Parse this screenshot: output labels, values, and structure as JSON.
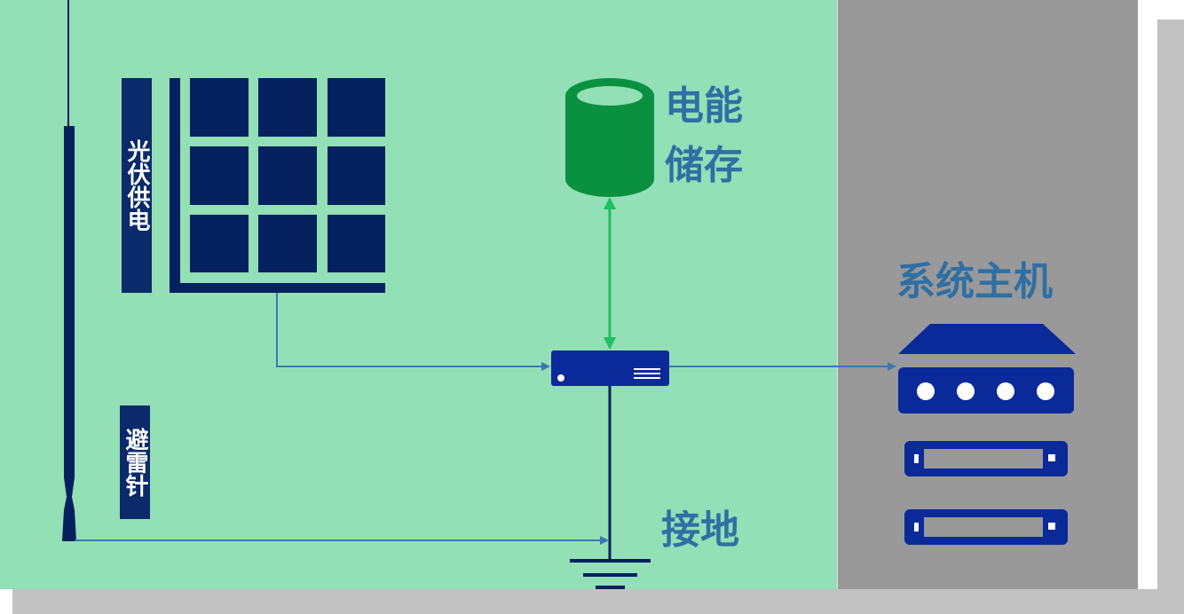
{
  "labels": {
    "solar": "光伏供电",
    "lightning_rod": "避雷针",
    "storage_line1": "电能",
    "storage_line2": "储存",
    "ground": "接地",
    "host": "系统主机"
  },
  "colors": {
    "green_zone": "#93dfb6",
    "gray_zone": "#999999",
    "navy": "#04205e",
    "device_blue": "#0a2a9a",
    "storage_green": "#0a9140",
    "arrow_green": "#1fbf63",
    "arrow_blue": "#3a78b0",
    "label_blue": "#2f6fa3"
  }
}
